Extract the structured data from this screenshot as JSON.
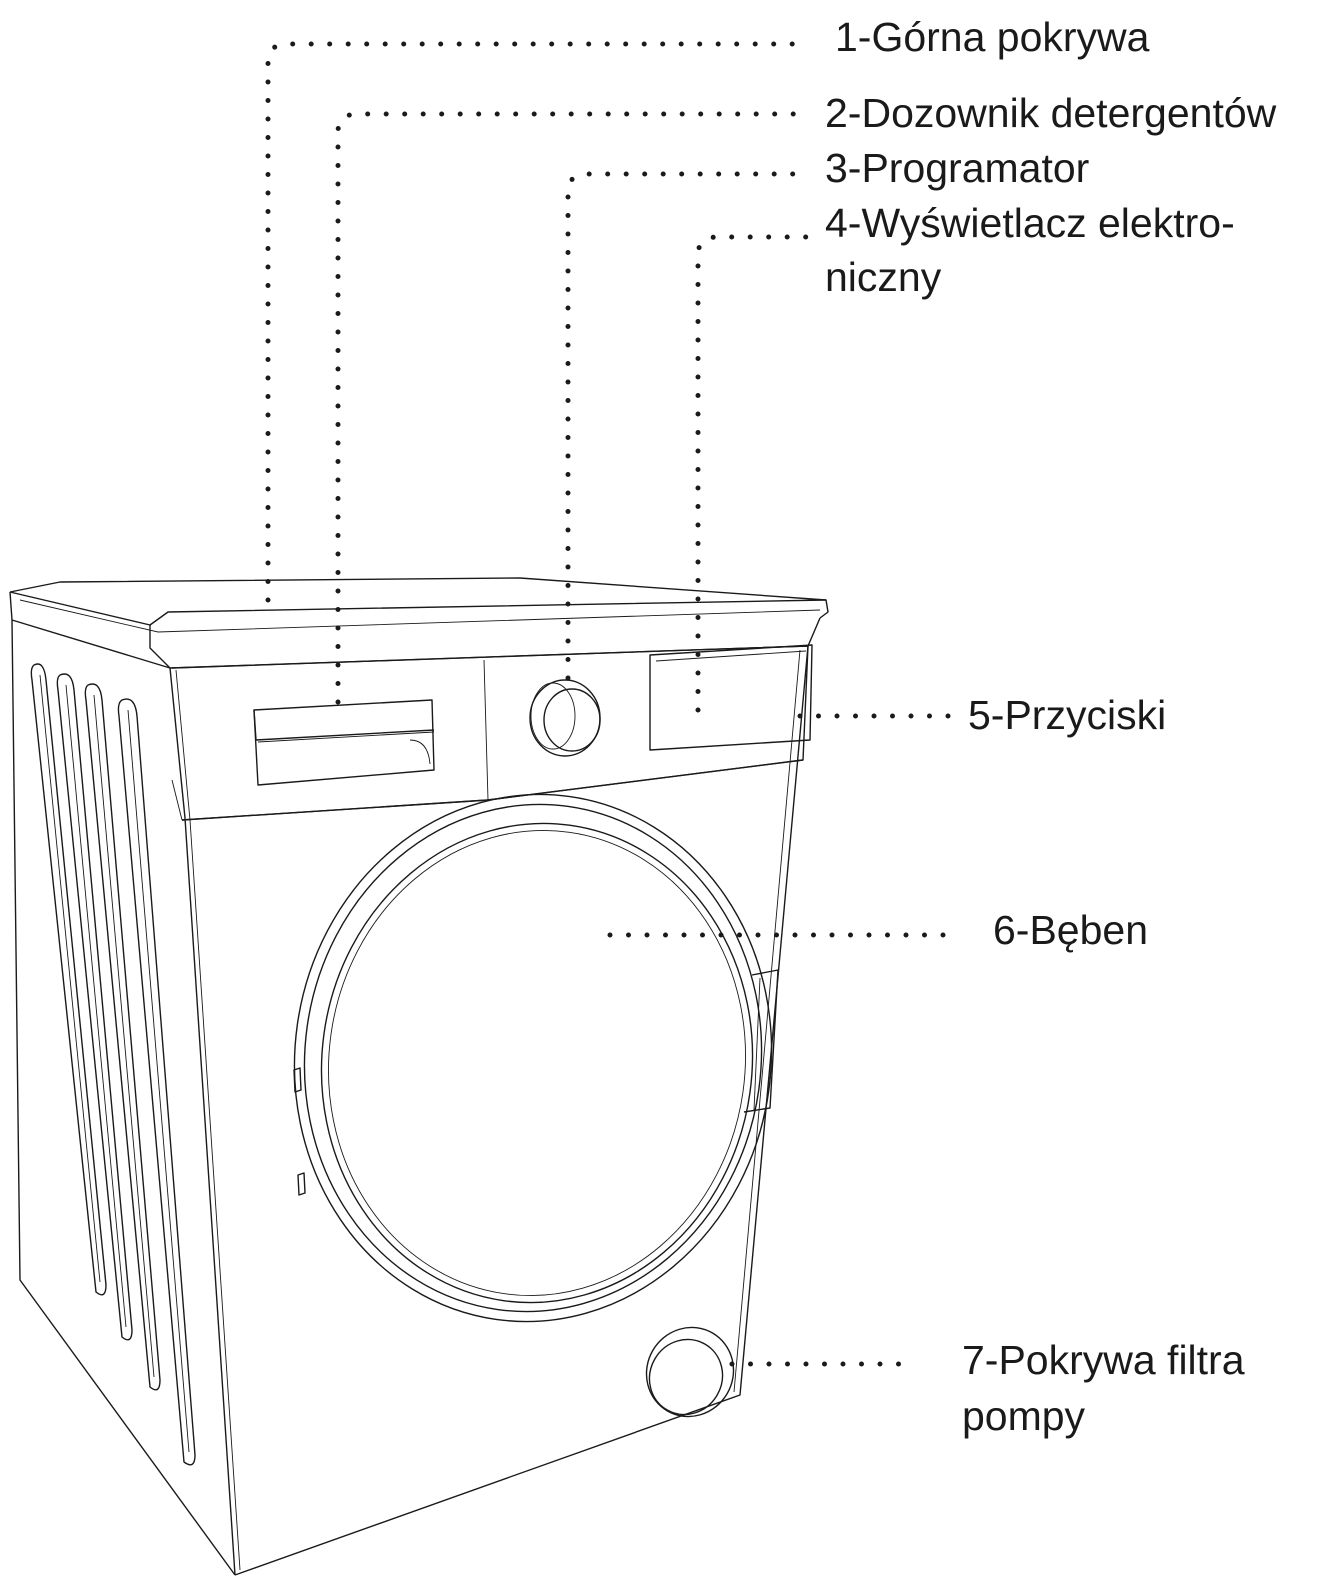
{
  "labels": [
    {
      "id": "1",
      "lines": [
        "1-Górna pokrywa"
      ]
    },
    {
      "id": "2",
      "lines": [
        "2-Dozownik detergentów"
      ]
    },
    {
      "id": "3",
      "lines": [
        "3-Programator"
      ]
    },
    {
      "id": "4",
      "lines": [
        "4-Wyświetlacz elektro-",
        "niczny"
      ]
    },
    {
      "id": "5",
      "lines": [
        "5-Przyciski"
      ]
    },
    {
      "id": "6",
      "lines": [
        "6-Bęben"
      ]
    },
    {
      "id": "7",
      "lines": [
        "7-Pokrywa filtra",
        "pompy"
      ]
    }
  ],
  "colors": {
    "ink": "#1a1a1a",
    "background": "#ffffff"
  }
}
